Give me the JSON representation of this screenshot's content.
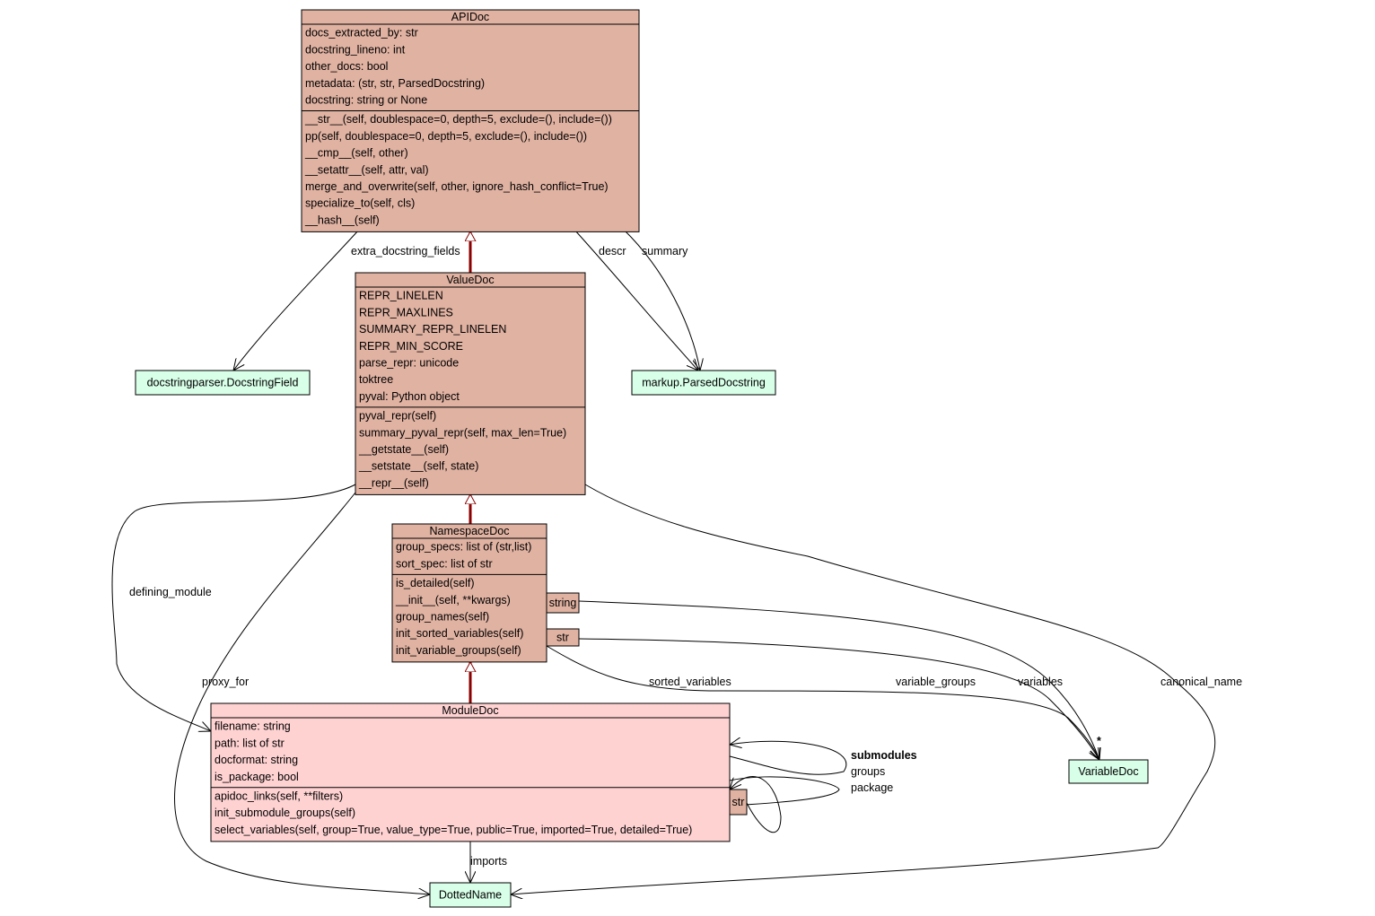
{
  "colors": {
    "class_fill": "#e0b2a2",
    "module_fill": "#ffd2d2",
    "external_fill": "#d8ffe8",
    "inheritance": "#8b0000"
  },
  "classes": {
    "apidoc": {
      "name": "APIDoc",
      "attributes": [
        "docs_extracted_by: str",
        "docstring_lineno: int",
        "other_docs: bool",
        "metadata: (str, str, ParsedDocstring)",
        "docstring: string or None"
      ],
      "methods": [
        "__str__(self, doublespace=0, depth=5, exclude=(), include=())",
        "pp(self, doublespace=0, depth=5, exclude=(), include=())",
        "__cmp__(self, other)",
        "__setattr__(self, attr, val)",
        "merge_and_overwrite(self, other, ignore_hash_conflict=True)",
        "specialize_to(self, cls)",
        "__hash__(self)"
      ]
    },
    "valuedoc": {
      "name": "ValueDoc",
      "attributes": [
        "REPR_LINELEN",
        "REPR_MAXLINES",
        "SUMMARY_REPR_LINELEN",
        "REPR_MIN_SCORE",
        "parse_repr: unicode",
        "toktree",
        "pyval: Python object"
      ],
      "methods": [
        "pyval_repr(self)",
        "summary_pyval_repr(self, max_len=True)",
        "__getstate__(self)",
        "__setstate__(self, state)",
        "__repr__(self)"
      ]
    },
    "namespacedoc": {
      "name": "NamespaceDoc",
      "attributes": [
        "group_specs: list of (str,list)",
        "sort_spec: list of str"
      ],
      "methods": [
        "is_detailed(self)",
        "__init__(self, **kwargs)",
        "group_names(self)",
        "init_sorted_variables(self)",
        "init_variable_groups(self)"
      ]
    },
    "moduledoc": {
      "name": "ModuleDoc",
      "attributes": [
        "filename: string",
        "path: list of str",
        "docformat: string",
        "is_package: bool"
      ],
      "methods": [
        "apidoc_links(self, **filters)",
        "init_submodule_groups(self)",
        "select_variables(self, group=True, value_type=True, public=True, imported=True, detailed=True)"
      ]
    }
  },
  "externals": {
    "docstringfield": "docstringparser.DocstringField",
    "parseddocstring": "markup.ParsedDocstring",
    "variabledoc": "VariableDoc",
    "dottedname": "DottedName"
  },
  "qualifiers": {
    "ns_string": "string",
    "ns_str": "str",
    "mod_str": "str"
  },
  "edge_labels": {
    "extra_docstring_fields": "extra_docstring_fields",
    "descr": "descr",
    "summary": "summary",
    "defining_module": "defining_module",
    "proxy_for": "proxy_for",
    "sorted_variables": "sorted_variables",
    "variable_groups": "variable_groups",
    "variables": "variables",
    "canonical_name": "canonical_name",
    "imports": "imports",
    "submodules": "submodules",
    "groups": "groups",
    "package": "package",
    "multiplicity_star": "*"
  }
}
